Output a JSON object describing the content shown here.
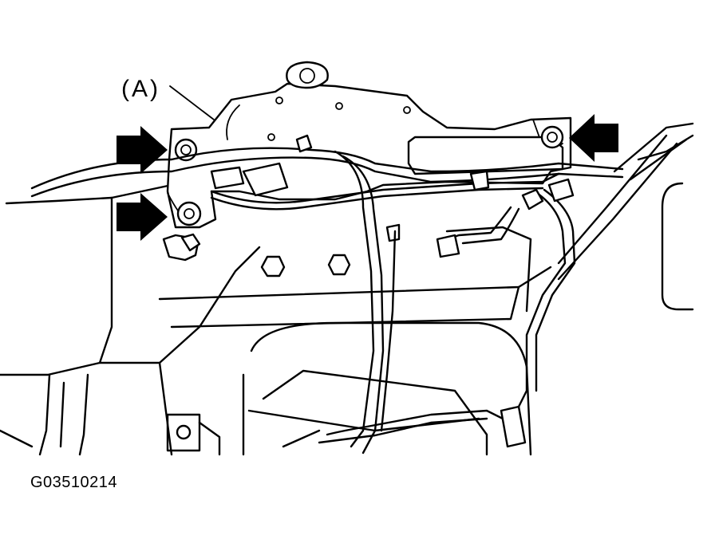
{
  "figure": {
    "callout_label": "(A)",
    "figure_id": "G03510214"
  },
  "arrows": {
    "count": 3,
    "fill_color": "#000000"
  },
  "colors": {
    "line": "#000000",
    "background": "#ffffff"
  }
}
